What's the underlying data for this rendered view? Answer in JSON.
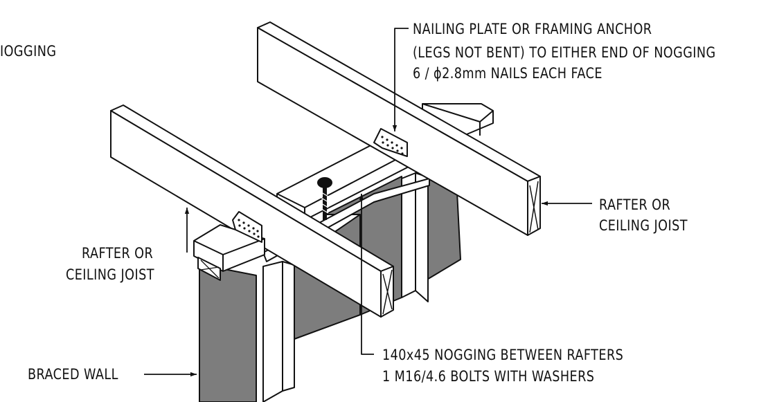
{
  "labels": {
    "cut_left": "IOGGING",
    "nailing_plate_1": "NAILING PLATE OR FRAMING ANCHOR",
    "nailing_plate_2": "(LEGS NOT BENT) TO EITHER END OF NOGGING",
    "nailing_plate_3": "6 / ϕ2.8mm NAILS EACH FACE",
    "rafter_right_1": "RAFTER OR",
    "rafter_right_2": "CEILING JOIST",
    "rafter_left_1": "RAFTER OR",
    "rafter_left_2": "CEILING JOIST",
    "nogging_1": "140x45 NOGGING BETWEEN RAFTERS",
    "nogging_2": "1 M16/4.6 BOLTS WITH WASHERS",
    "braced_wall": "BRACED WALL"
  },
  "colors": {
    "line": "#111111",
    "wall_fill": "#7d7d7d",
    "timber_fill": "#ffffff"
  }
}
